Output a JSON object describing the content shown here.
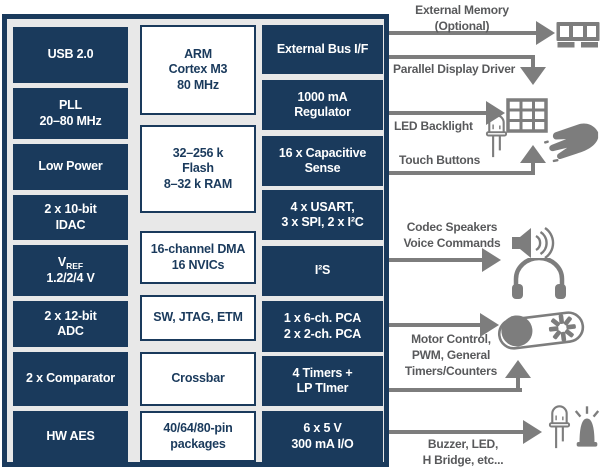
{
  "colors": {
    "navy": "#1a3a5c",
    "panel_gray": "#e8e8e8",
    "arrow_gray": "#7d7d7d",
    "label_gray": "#58595b",
    "white": "#ffffff"
  },
  "mcu": {
    "left_boxes": [
      {
        "lines": [
          "USB 2.0"
        ]
      },
      {
        "lines": [
          "PLL",
          "20–80 MHz"
        ]
      },
      {
        "lines": [
          "Low Power"
        ]
      },
      {
        "lines": [
          "2 x 10-bit",
          "IDAC"
        ]
      },
      {
        "v": "V",
        "sub": "REF",
        "lines": [
          "1.2/2/4 V"
        ]
      },
      {
        "lines": [
          "2 x 12-bit",
          "ADC"
        ]
      },
      {
        "lines": [
          "2 x Comparator"
        ]
      },
      {
        "lines": [
          "HW AES"
        ]
      }
    ],
    "middle_boxes": [
      {
        "lines": [
          "ARM",
          "Cortex M3",
          "80 MHz"
        ]
      },
      {
        "lines": [
          "32–256 k",
          "Flash",
          "8–32 k RAM"
        ]
      },
      {
        "lines": [
          "16-channel DMA",
          "16 NVICs"
        ]
      },
      {
        "lines": [
          "SW, JTAG, ETM"
        ]
      },
      {
        "lines": [
          "Crossbar"
        ]
      },
      {
        "lines": [
          "40/64/80-pin",
          "packages"
        ]
      }
    ],
    "right_boxes": [
      {
        "lines": [
          "External Bus I/F"
        ]
      },
      {
        "lines": [
          "1000 mA",
          "Regulator"
        ]
      },
      {
        "lines": [
          "16 x Capacitive",
          "Sense"
        ]
      },
      {
        "lines": [
          "4 x USART,",
          "3 x SPI, 2 x I²C"
        ]
      },
      {
        "lines": [
          "I²S"
        ]
      },
      {
        "lines": [
          "1 x 6-ch. PCA",
          "2 x 2-ch. PCA"
        ]
      },
      {
        "lines": [
          "4 Timers +",
          "LP TImer"
        ]
      },
      {
        "lines": [
          "6 x 5 V",
          "300 mA I/O"
        ]
      }
    ]
  },
  "annotations": {
    "external_memory": {
      "line1": "External Memory",
      "line2": "(Optional)"
    },
    "parallel_display": {
      "line1": "Parallel Display Driver"
    },
    "led_backlight": {
      "line1": "LED Backlight"
    },
    "touch_buttons": {
      "line1": "Touch Buttons"
    },
    "codec": {
      "line1": "Codec Speakers",
      "line2": "Voice Commands"
    },
    "motor": {
      "line1": "Motor Control,",
      "line2": "PWM, General",
      "line3": "Timers/Counters"
    },
    "buzzer": {
      "line1": "Buzzer, LED,",
      "line2": "H Bridge, etc..."
    }
  },
  "icons": [
    "memory-module-icon",
    "display-grid-icon",
    "led-icon",
    "hand-touch-icon",
    "speaker-icon",
    "headphones-icon",
    "motor-icon",
    "siren-icon"
  ]
}
